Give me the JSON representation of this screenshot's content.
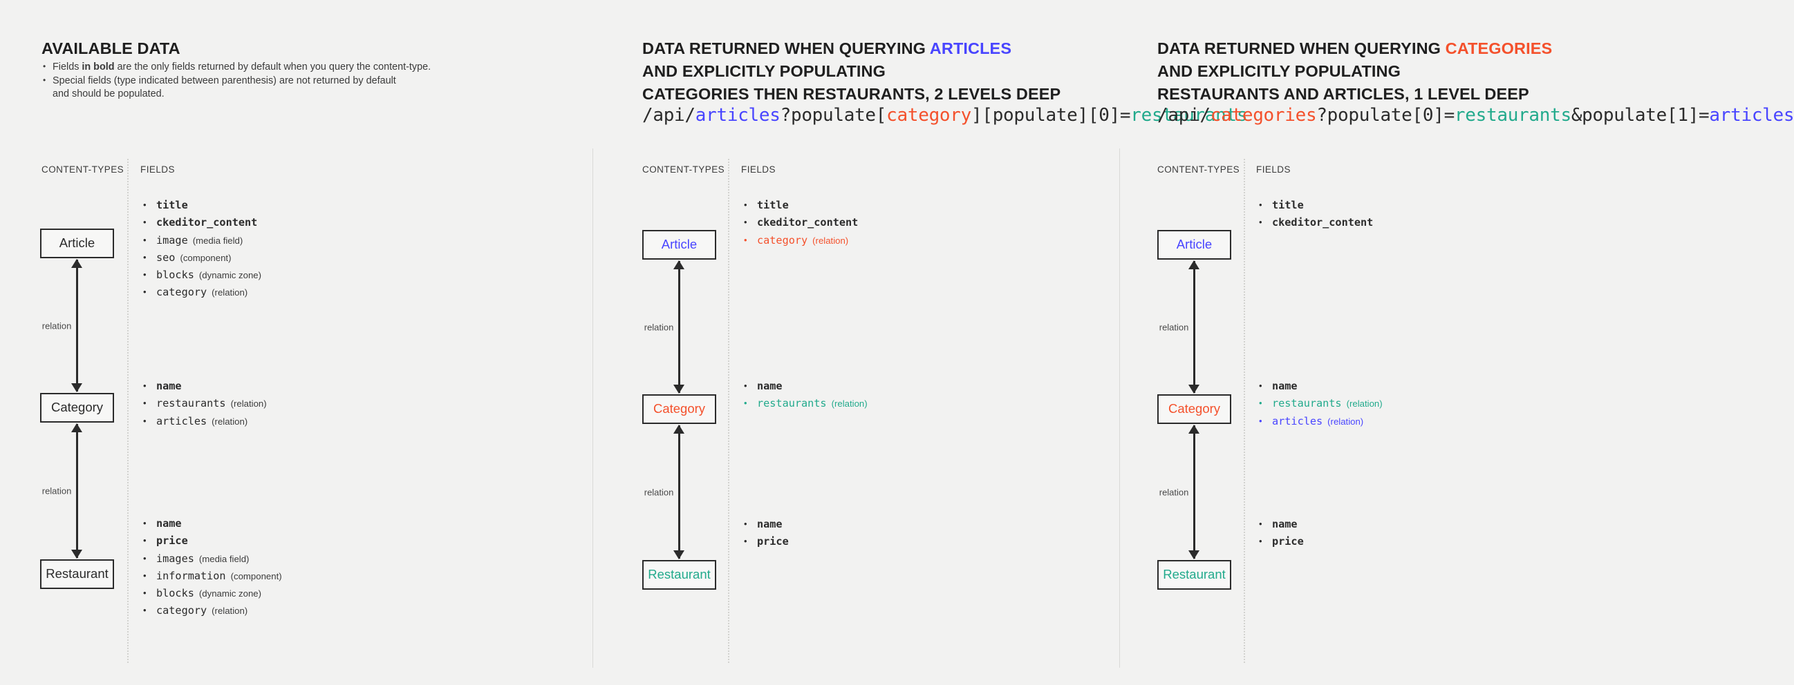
{
  "colors": {
    "background": "#f2f2f1",
    "ink": "#2b2b2b",
    "blue": "#4945ff",
    "red": "#f4512c",
    "green": "#22aa8c",
    "divider": "#d9d9d7"
  },
  "panels": [
    {
      "id": "available-data",
      "heading": {
        "lines": [
          {
            "text": "AVAILABLE DATA",
            "accent": ""
          }
        ]
      },
      "notes": [
        {
          "pre": "Fields ",
          "bold": "in bold",
          "post": " are the only fields returned by default when you query the content-type."
        },
        {
          "pre": "Special fields (type indicated between parenthesis) are not returned by default",
          "bold": "",
          "post": ""
        },
        {
          "pre": "and should be populated.",
          "bold": "",
          "post": "",
          "continuation": true
        }
      ],
      "endpoint": null,
      "captions": {
        "content_types": "CONTENT-TYPES",
        "fields": "FIELDS"
      },
      "entities": [
        {
          "name": "Article",
          "color": "ink"
        },
        {
          "name": "Category",
          "color": "ink"
        },
        {
          "name": "Restaurant",
          "color": "ink"
        }
      ],
      "connectors": [
        {
          "label": "relation"
        },
        {
          "label": "relation"
        }
      ],
      "field_groups": [
        {
          "entity": "Article",
          "fields": [
            {
              "name": "title",
              "type": "",
              "bold": true,
              "color": "default"
            },
            {
              "name": "ckeditor_content",
              "type": "",
              "bold": true,
              "color": "default"
            },
            {
              "name": "image",
              "type": "(media field)",
              "bold": false,
              "color": "default"
            },
            {
              "name": "seo",
              "type": "(component)",
              "bold": false,
              "color": "default"
            },
            {
              "name": "blocks",
              "type": "(dynamic zone)",
              "bold": false,
              "color": "default"
            },
            {
              "name": "category",
              "type": "(relation)",
              "bold": false,
              "color": "default"
            }
          ]
        },
        {
          "entity": "Category",
          "fields": [
            {
              "name": "name",
              "type": "",
              "bold": true,
              "color": "default"
            },
            {
              "name": "restaurants",
              "type": "(relation)",
              "bold": false,
              "color": "default"
            },
            {
              "name": "articles",
              "type": "(relation)",
              "bold": false,
              "color": "default"
            }
          ]
        },
        {
          "entity": "Restaurant",
          "fields": [
            {
              "name": "name",
              "type": "",
              "bold": true,
              "color": "default"
            },
            {
              "name": "price",
              "type": "",
              "bold": true,
              "color": "default"
            },
            {
              "name": "images",
              "type": "(media field)",
              "bold": false,
              "color": "default"
            },
            {
              "name": "information",
              "type": "(component)",
              "bold": false,
              "color": "default"
            },
            {
              "name": "blocks",
              "type": "(dynamic zone)",
              "bold": false,
              "color": "default"
            },
            {
              "name": "category",
              "type": "(relation)",
              "bold": false,
              "color": "default"
            }
          ]
        }
      ]
    },
    {
      "id": "querying-articles",
      "heading": {
        "lines": [
          {
            "text": "DATA RETURNED WHEN QUERYING ",
            "accent": "ARTICLES",
            "accent_color": "blue"
          },
          {
            "text": "AND EXPLICITLY POPULATING",
            "accent": ""
          },
          {
            "text": "CATEGORIES THEN RESTAURANTS, 2 LEVELS DEEP",
            "accent": ""
          }
        ]
      },
      "notes": [],
      "endpoint": {
        "tokens": [
          {
            "t": "/api/",
            "c": "ink"
          },
          {
            "t": "articles",
            "c": "blue"
          },
          {
            "t": "?populate[",
            "c": "ink"
          },
          {
            "t": "category",
            "c": "red"
          },
          {
            "t": "][populate][0]=",
            "c": "ink"
          },
          {
            "t": "restaurants",
            "c": "green"
          }
        ],
        "plain": "/api/articles?populate[category][populate][0]=restaurants"
      },
      "captions": {
        "content_types": "CONTENT-TYPES",
        "fields": "FIELDS"
      },
      "entities": [
        {
          "name": "Article",
          "color": "blue"
        },
        {
          "name": "Category",
          "color": "red"
        },
        {
          "name": "Restaurant",
          "color": "green"
        }
      ],
      "connectors": [
        {
          "label": "relation"
        },
        {
          "label": "relation"
        }
      ],
      "field_groups": [
        {
          "entity": "Article",
          "fields": [
            {
              "name": "title",
              "type": "",
              "bold": true,
              "color": "default"
            },
            {
              "name": "ckeditor_content",
              "type": "",
              "bold": true,
              "color": "default"
            },
            {
              "name": "category",
              "type": "(relation)",
              "bold": false,
              "color": "red"
            }
          ]
        },
        {
          "entity": "Category",
          "fields": [
            {
              "name": "name",
              "type": "",
              "bold": true,
              "color": "default"
            },
            {
              "name": "restaurants",
              "type": "(relation)",
              "bold": false,
              "color": "green"
            }
          ]
        },
        {
          "entity": "Restaurant",
          "fields": [
            {
              "name": "name",
              "type": "",
              "bold": true,
              "color": "default"
            },
            {
              "name": "price",
              "type": "",
              "bold": true,
              "color": "default"
            }
          ]
        }
      ]
    },
    {
      "id": "querying-categories",
      "heading": {
        "lines": [
          {
            "text": "DATA RETURNED WHEN QUERYING ",
            "accent": "CATEGORIES",
            "accent_color": "red"
          },
          {
            "text": "AND EXPLICITLY POPULATING",
            "accent": ""
          },
          {
            "text": "RESTAURANTS AND ARTICLES, 1 LEVEL DEEP",
            "accent": ""
          }
        ]
      },
      "notes": [],
      "endpoint": {
        "tokens": [
          {
            "t": "/api/",
            "c": "ink"
          },
          {
            "t": "categories",
            "c": "red"
          },
          {
            "t": "?populate[0]=",
            "c": "ink"
          },
          {
            "t": "restaurants",
            "c": "green"
          },
          {
            "t": "&populate[1]=",
            "c": "ink"
          },
          {
            "t": "articles",
            "c": "blue"
          }
        ],
        "plain": "/api/categories?populate[0]=restaurants&populate[1]=articles"
      },
      "captions": {
        "content_types": "CONTENT-TYPES",
        "fields": "FIELDS"
      },
      "entities": [
        {
          "name": "Article",
          "color": "blue"
        },
        {
          "name": "Category",
          "color": "red"
        },
        {
          "name": "Restaurant",
          "color": "green"
        }
      ],
      "connectors": [
        {
          "label": "relation"
        },
        {
          "label": "relation"
        }
      ],
      "field_groups": [
        {
          "entity": "Article",
          "fields": [
            {
              "name": "title",
              "type": "",
              "bold": true,
              "color": "default"
            },
            {
              "name": "ckeditor_content",
              "type": "",
              "bold": true,
              "color": "default"
            }
          ]
        },
        {
          "entity": "Category",
          "fields": [
            {
              "name": "name",
              "type": "",
              "bold": true,
              "color": "default"
            },
            {
              "name": "restaurants",
              "type": "(relation)",
              "bold": false,
              "color": "green"
            },
            {
              "name": "articles",
              "type": "(relation)",
              "bold": false,
              "color": "blue"
            }
          ]
        },
        {
          "entity": "Restaurant",
          "fields": [
            {
              "name": "name",
              "type": "",
              "bold": true,
              "color": "default"
            },
            {
              "name": "price",
              "type": "",
              "bold": true,
              "color": "default"
            }
          ]
        }
      ]
    }
  ]
}
